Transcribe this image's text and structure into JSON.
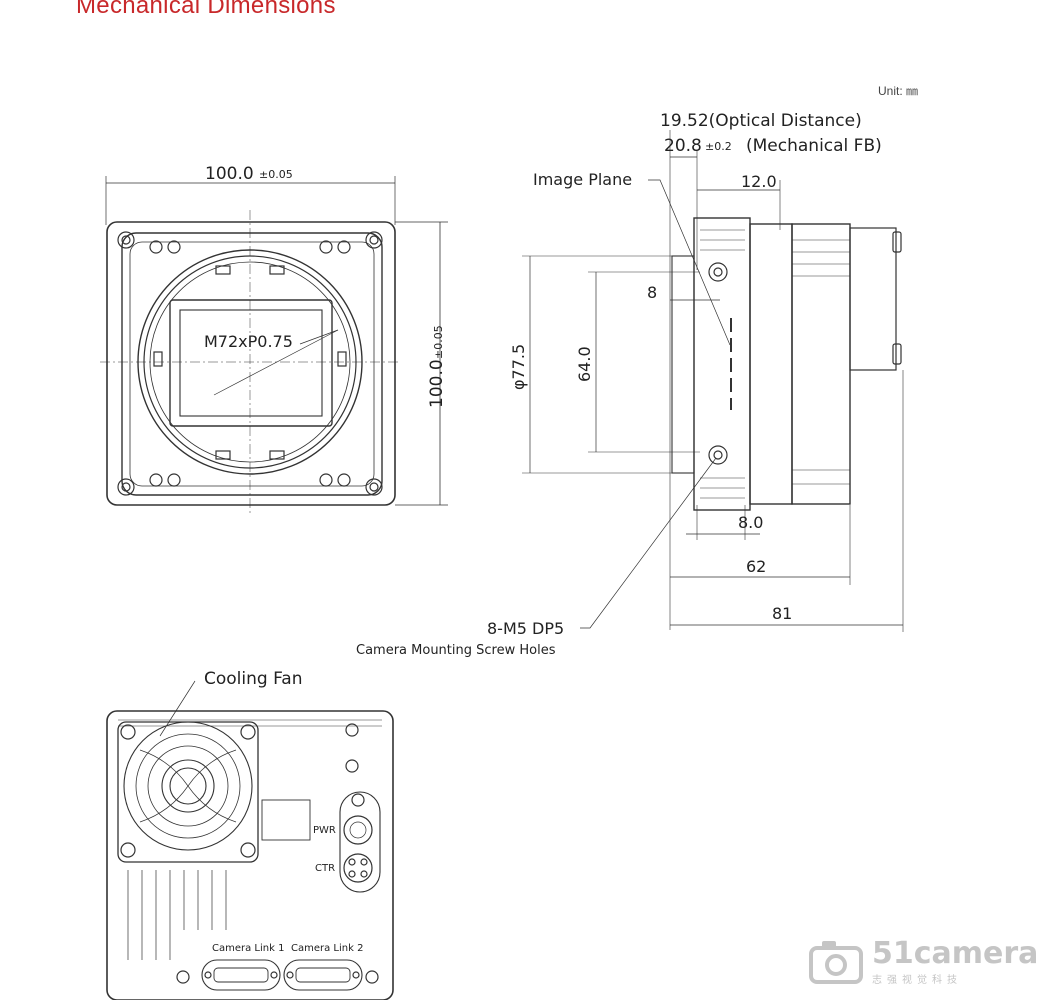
{
  "title": "Mechanical Dimensions",
  "unit_label": "Unit: ㎜",
  "front_view": {
    "width_dim_main": "100.0",
    "width_dim_tol": "±0.05",
    "height_dim_main": "100.0",
    "height_dim_tol": "±0.05",
    "mount_label": "M72xP0.75"
  },
  "side_view": {
    "optical_distance": "19.52(Optical Distance)",
    "mechanical_fb_main": "20.8",
    "mechanical_fb_tol": "±0.2",
    "mechanical_fb_label": "(Mechanical FB)",
    "image_plane": "Image Plane",
    "dim_12": "12.0",
    "dim_8": "8",
    "dim_phi": "φ77.5",
    "dim_64": "64.0",
    "dim_8_0": "8.0",
    "dim_62": "62",
    "dim_81": "81",
    "screw_holes": "8-M5 DP5",
    "screw_holes_desc": "Camera Mounting Screw Holes"
  },
  "rear_view": {
    "cooling_fan": "Cooling Fan",
    "pwr": "PWR",
    "ctr": "CTR",
    "camera_link_1": "Camera Link 1",
    "camera_link_2": "Camera Link 2"
  },
  "watermark": {
    "brand": "51camera",
    "sub": "志强视觉科技"
  }
}
